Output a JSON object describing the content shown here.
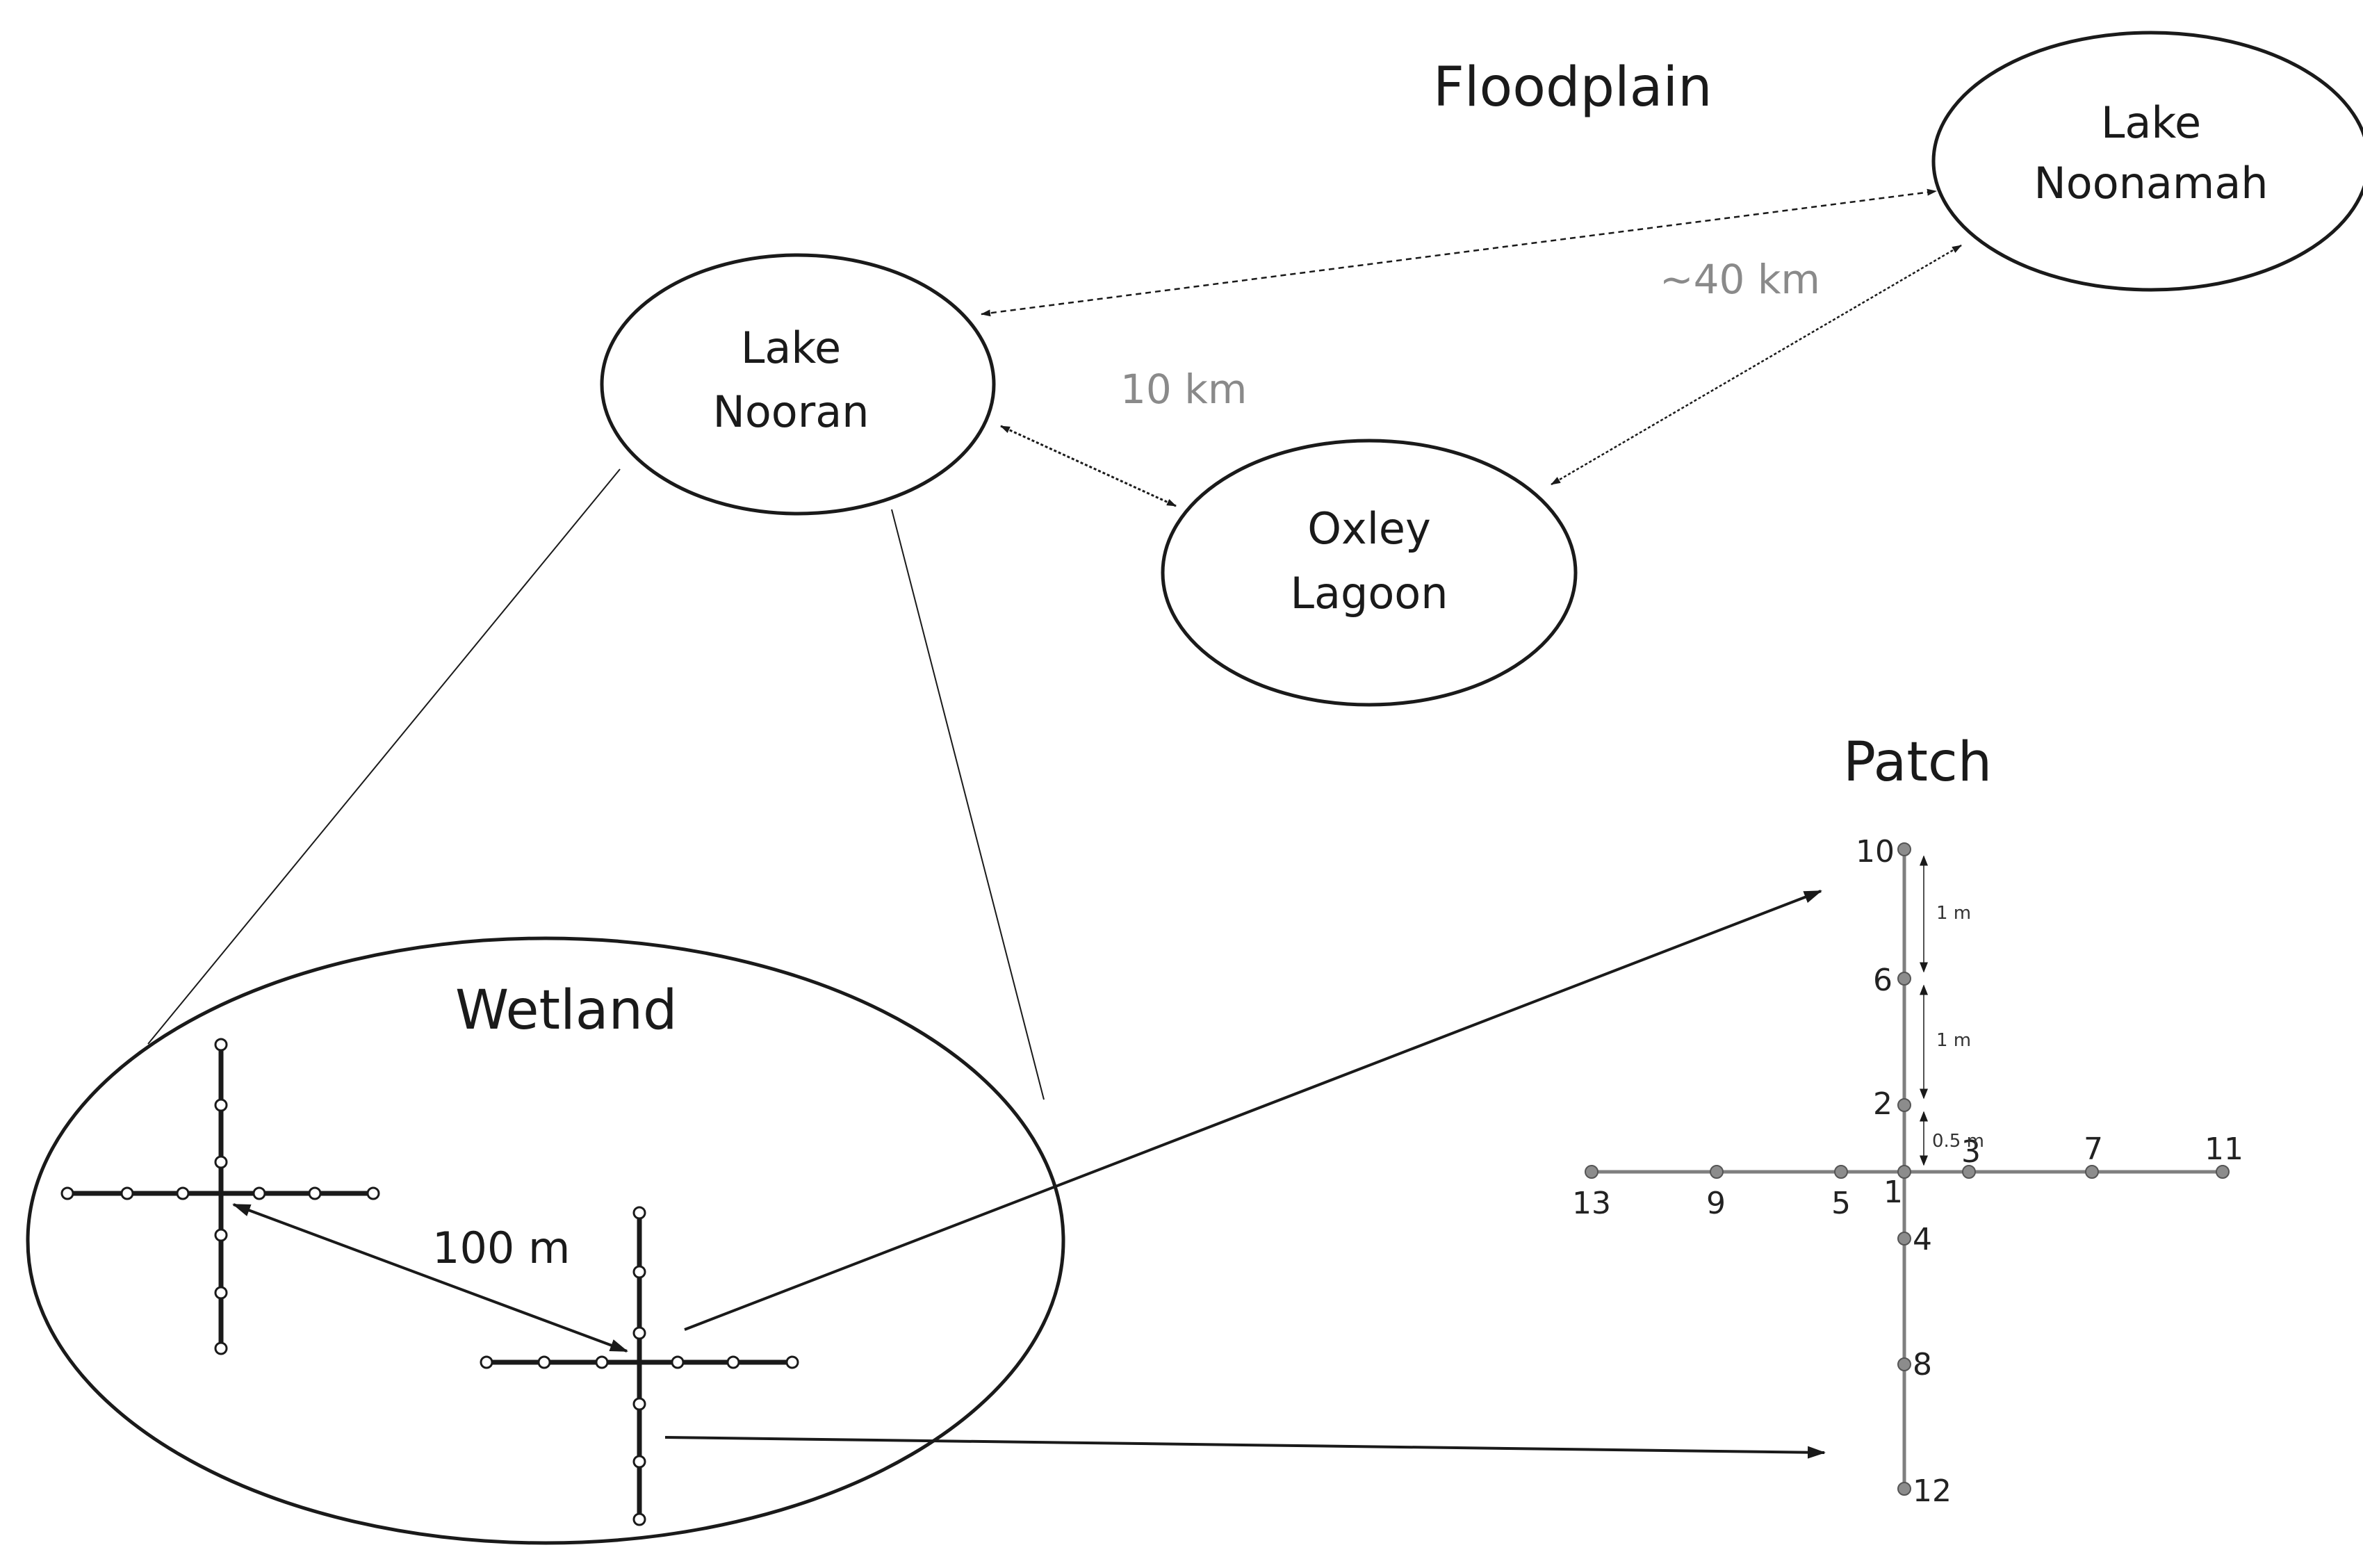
{
  "titles": {
    "floodplain": "Floodplain",
    "wetland": "Wetland",
    "patch": "Patch"
  },
  "lakes": {
    "noonamah": {
      "line1": "Lake",
      "line2": "Noonamah"
    },
    "nooran": {
      "line1": "Lake",
      "line2": "Nooran"
    },
    "oxley": {
      "line1": "Oxley",
      "line2": "Lagoon"
    }
  },
  "distances": {
    "nooran_noonamah": "~40 km",
    "nooran_oxley": "10 km",
    "wetland_patches": "100 m"
  },
  "patch": {
    "points": [
      "1",
      "2",
      "3",
      "4",
      "5",
      "6",
      "7",
      "8",
      "9",
      "10",
      "11",
      "12",
      "13"
    ],
    "spacing": {
      "first": "1 m",
      "second": "1 m",
      "third": "0.5 m"
    }
  },
  "colors": {
    "ink": "#1a1a1a",
    "grey_text": "#8a8a8a",
    "patch_line": "#7f7f7f",
    "patch_point": "#8c8c8c"
  }
}
